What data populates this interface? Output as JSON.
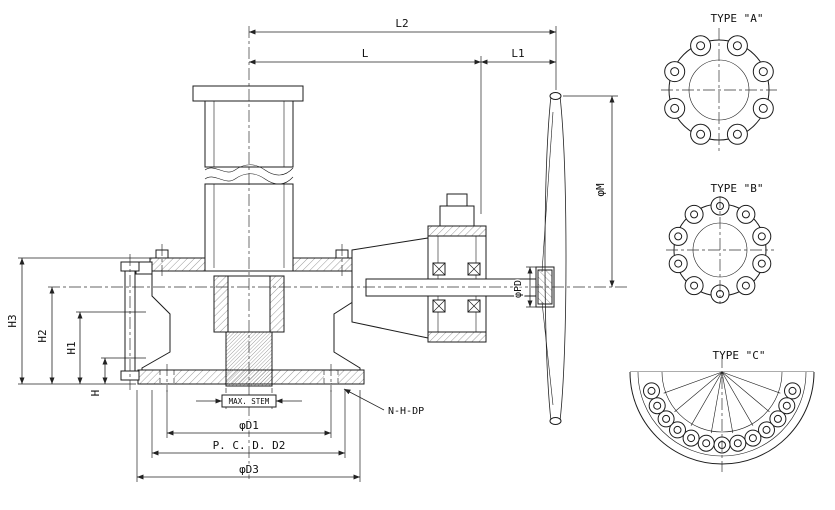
{
  "dims": {
    "l2": "L2",
    "l": "L",
    "l1": "L1",
    "phi_m": "φM",
    "phi_pd": "φPD",
    "h3": "H3",
    "h2": "H2",
    "h1": "H1",
    "h": "H",
    "max_stem": "MAX. STEM",
    "phi_d1": "φD1",
    "pcd_d2": "P. C. D. D2",
    "phi_d3": "φD3",
    "n_h_dp": "N-H-DP"
  },
  "flange_types": {
    "a": "TYPE \"A\"",
    "b": "TYPE \"B\"",
    "c": "TYPE \"C\""
  }
}
